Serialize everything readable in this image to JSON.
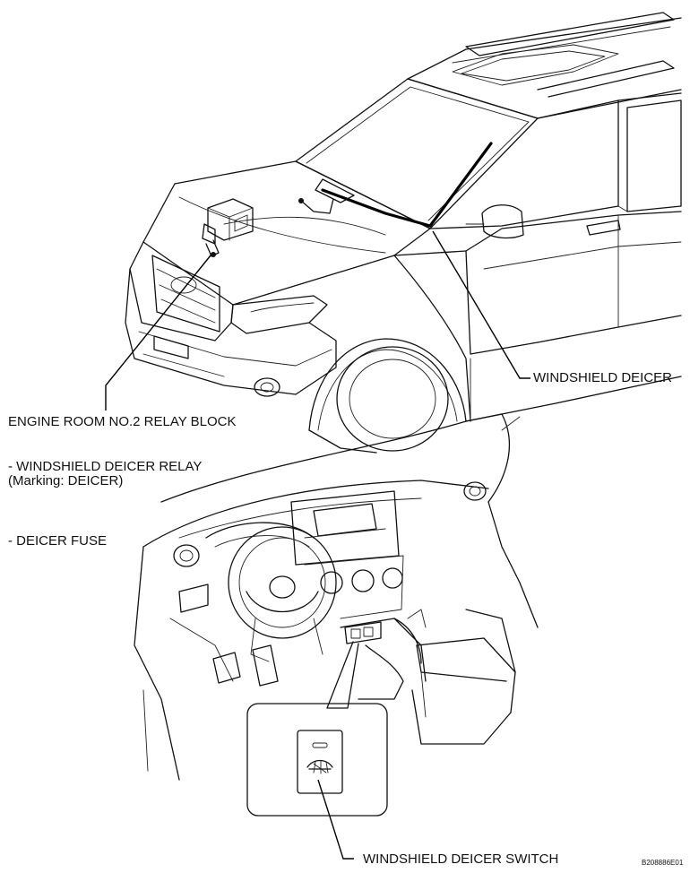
{
  "labels": {
    "windshield_deicer": "WINDSHIELD DEICER",
    "relay_block": "ENGINE ROOM NO.2 RELAY BLOCK",
    "deicer_relay": "- WINDSHIELD DEICER RELAY",
    "relay_marking": "(Marking: DEICER)",
    "deicer_fuse": "- DEICER FUSE",
    "deicer_switch": "WINDSHIELD DEICER SWITCH"
  },
  "figure_code": "B208886E01"
}
